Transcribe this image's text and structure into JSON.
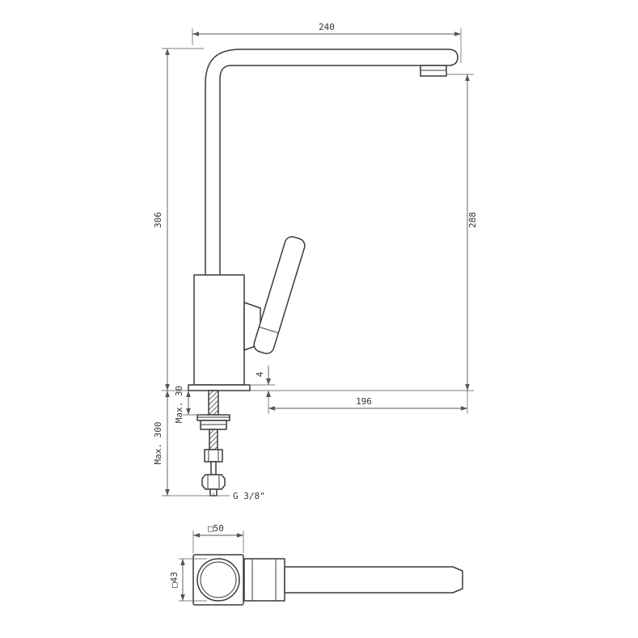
{
  "drawing_type": "faucet-technical-drawing",
  "line_color": "#3a3a3a",
  "dim_color": "#555555",
  "dims": {
    "d240": "240",
    "d306": "306",
    "d288": "288",
    "d196": "196",
    "d4": "4",
    "max30": "Max. 30",
    "max300": "Max. 300",
    "thread": "G 3/8\"",
    "sq50": "□50",
    "sq43": "□43"
  }
}
